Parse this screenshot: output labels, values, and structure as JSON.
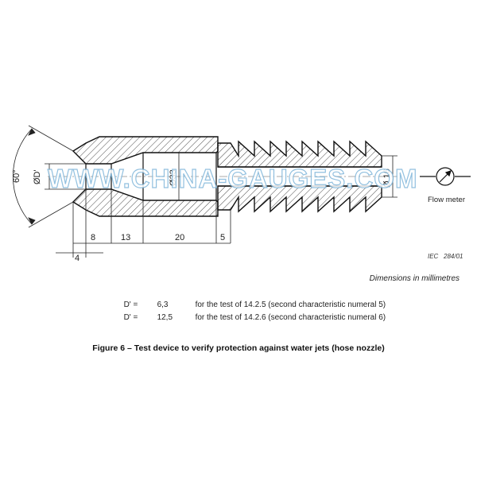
{
  "figure": {
    "angle_label": "60°",
    "d_prime_label": "ØD'",
    "d33_label": "Ø33",
    "d16_label": "Ø 16",
    "watermark": "WWW.CHINA-GAUGES.COM",
    "flow_meter_label": "Flow meter",
    "reference": "IEC   284/01",
    "dimensions": [
      {
        "label": "4"
      },
      {
        "label": "8"
      },
      {
        "label": "13"
      },
      {
        "label": "20"
      },
      {
        "label": "5"
      }
    ]
  },
  "notes": {
    "units": "Dimensions in millimetres",
    "rows": [
      {
        "key": "D' =",
        "value": "6,3",
        "text": "for the test of 14.2.5 (second characteristic numeral 5)"
      },
      {
        "key": "D' =",
        "value": "12,5",
        "text": "for the test of 14.2.6 (second characteristic numeral 6)"
      }
    ]
  },
  "caption": "Figure 6 – Test device to verify protection against water jets (hose nozzle)"
}
